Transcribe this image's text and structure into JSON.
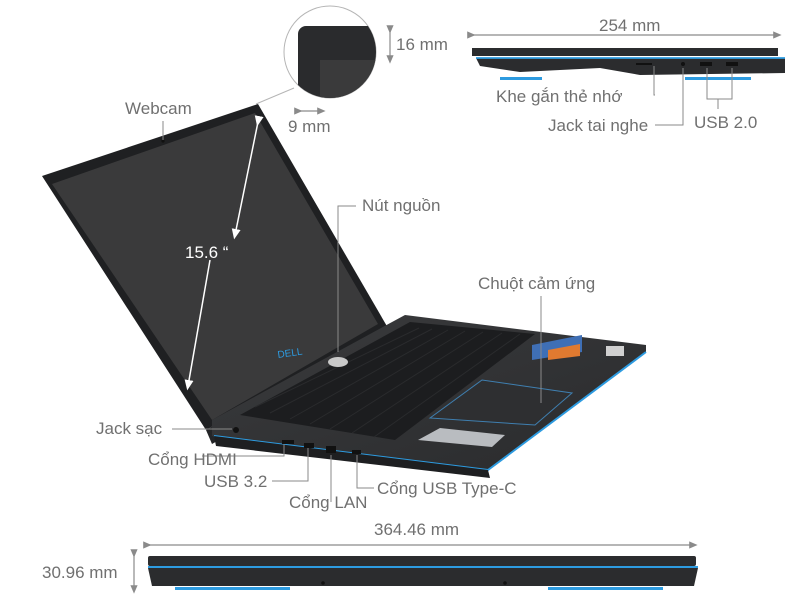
{
  "diagram": {
    "subject": "Dell laptop dimensions and ports",
    "colors": {
      "body": "#2b2c2e",
      "screen": "#3a3a3b",
      "accent_blue": "#2d9be0",
      "label_gray": "#707070",
      "leader_line": "#8a8a8a"
    },
    "screen": {
      "diagonal": "15.6 “",
      "webcam_label": "Webcam",
      "bezel_top": "16 mm",
      "bezel_side": "9 mm"
    },
    "top_view_side": {
      "width": "254 mm",
      "ports": [
        {
          "label": "Khe gắn thẻ nhớ"
        },
        {
          "label": "Jack tai nghe"
        },
        {
          "label": "USB 2.0"
        }
      ]
    },
    "main_view": {
      "power_button": "Nút nguồn",
      "touchpad": "Chuột cảm ứng",
      "logo": "DELL",
      "ports": [
        {
          "label": "Jack sạc"
        },
        {
          "label": "Cổng HDMI"
        },
        {
          "label": "USB 3.2"
        },
        {
          "label": "Cổng LAN"
        },
        {
          "label": "Cổng USB Type-C"
        }
      ]
    },
    "front_view": {
      "width": "364.46 mm",
      "thickness": "30.96 mm"
    }
  }
}
